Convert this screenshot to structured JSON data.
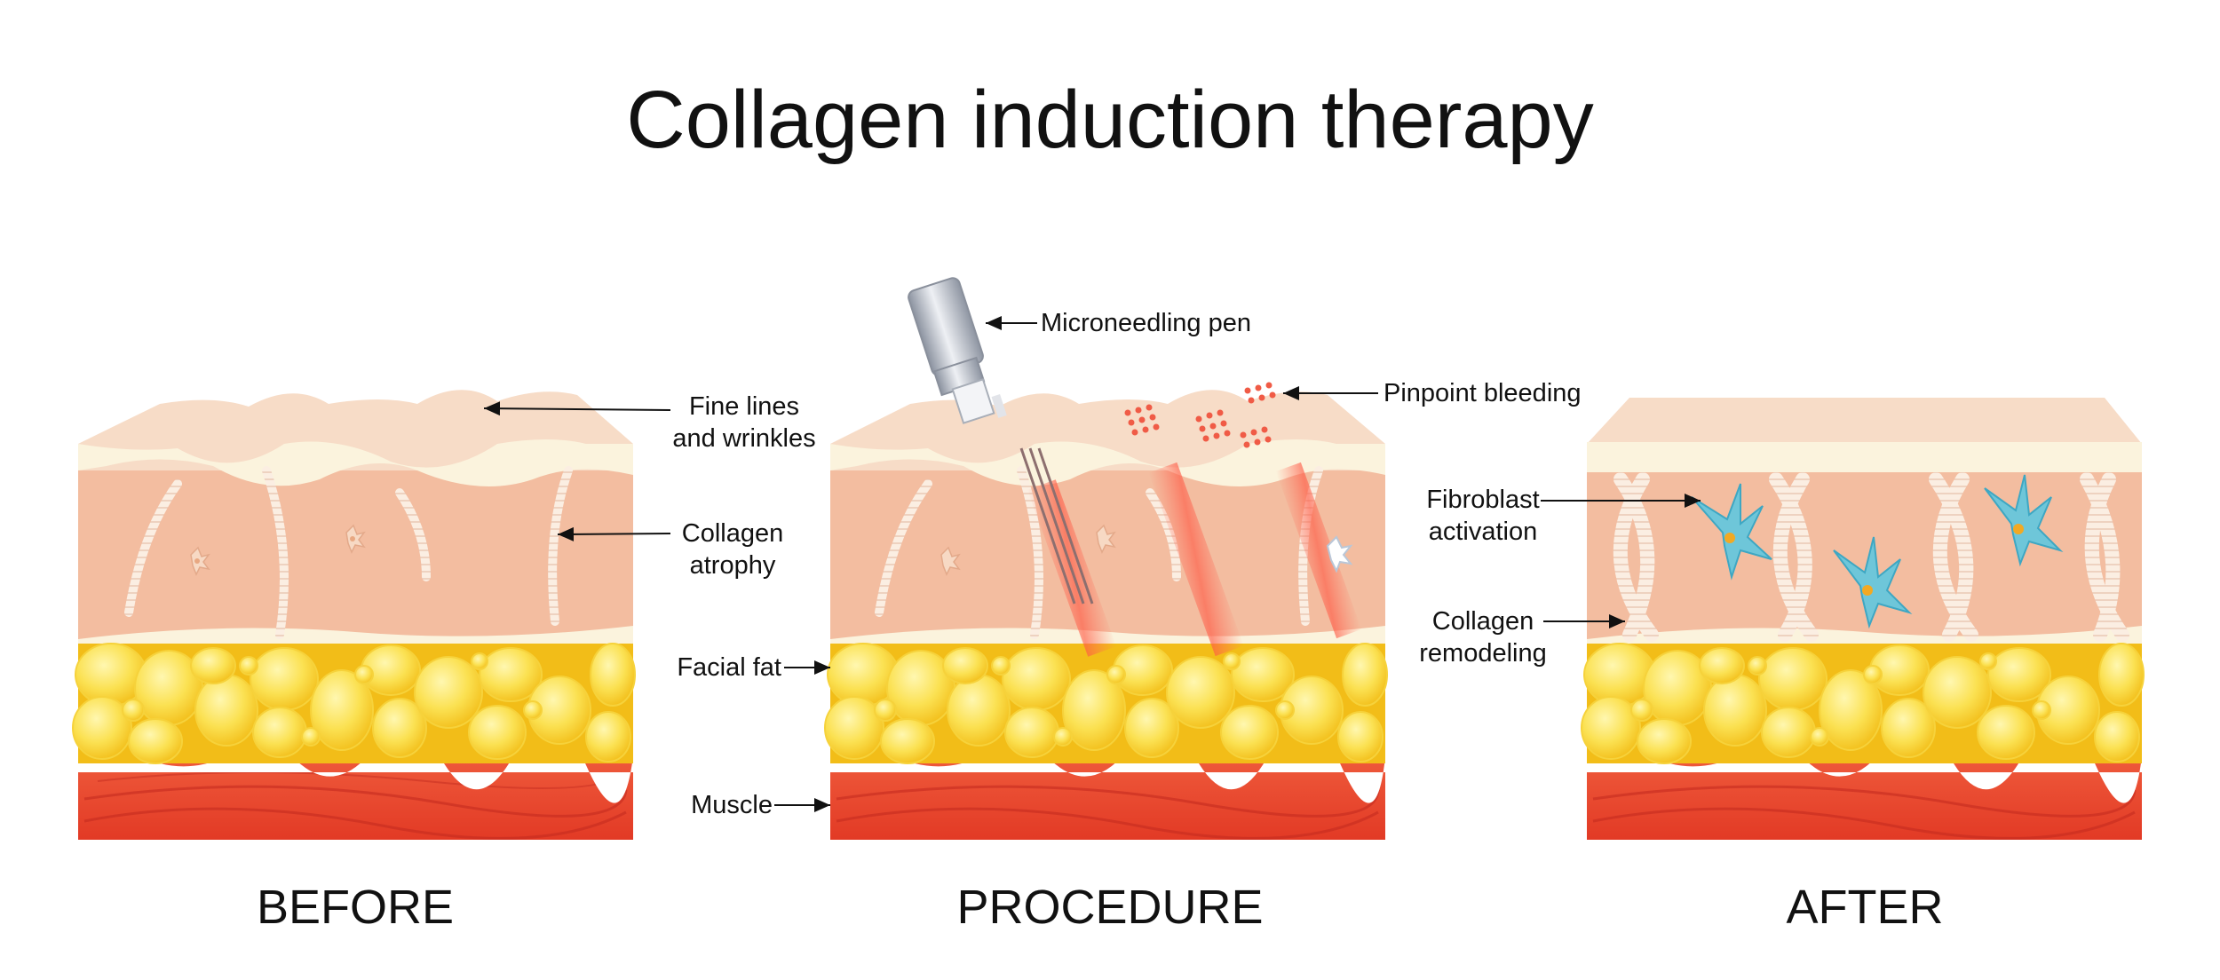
{
  "title": "Collagen induction therapy",
  "labels": {
    "fine_lines": "Fine lines\nand wrinkles",
    "collagen_atrophy": "Collagen\natrophy",
    "facial_fat": "Facial fat",
    "muscle": "Muscle",
    "microneedling_pen": "Microneedling pen",
    "pinpoint_bleeding": "Pinpoint bleeding",
    "fibroblast_activation": "Fibroblast\nactivation",
    "collagen_remodeling": "Collagen\nremodeling"
  },
  "stages": {
    "before": "BEFORE",
    "procedure": "PROCEDURE",
    "after": "AFTER"
  },
  "colors": {
    "epidermis": "#f7e2cf",
    "epidermis_top": "#f4d2bb",
    "basal_line": "#fbf3dd",
    "dermis": "#f3bda0",
    "collagen": "#fbeee2",
    "fat_base": "#f3c21d",
    "fat_cell": "#fbe152",
    "muscle": "#e9442d",
    "muscle_dark": "#c42b1f",
    "bleeding": "#f05b46",
    "fibroblast": "#6ec6d9",
    "fibroblast_nucleus": "#f2a923",
    "needle_pen": "#b7bcc7"
  }
}
